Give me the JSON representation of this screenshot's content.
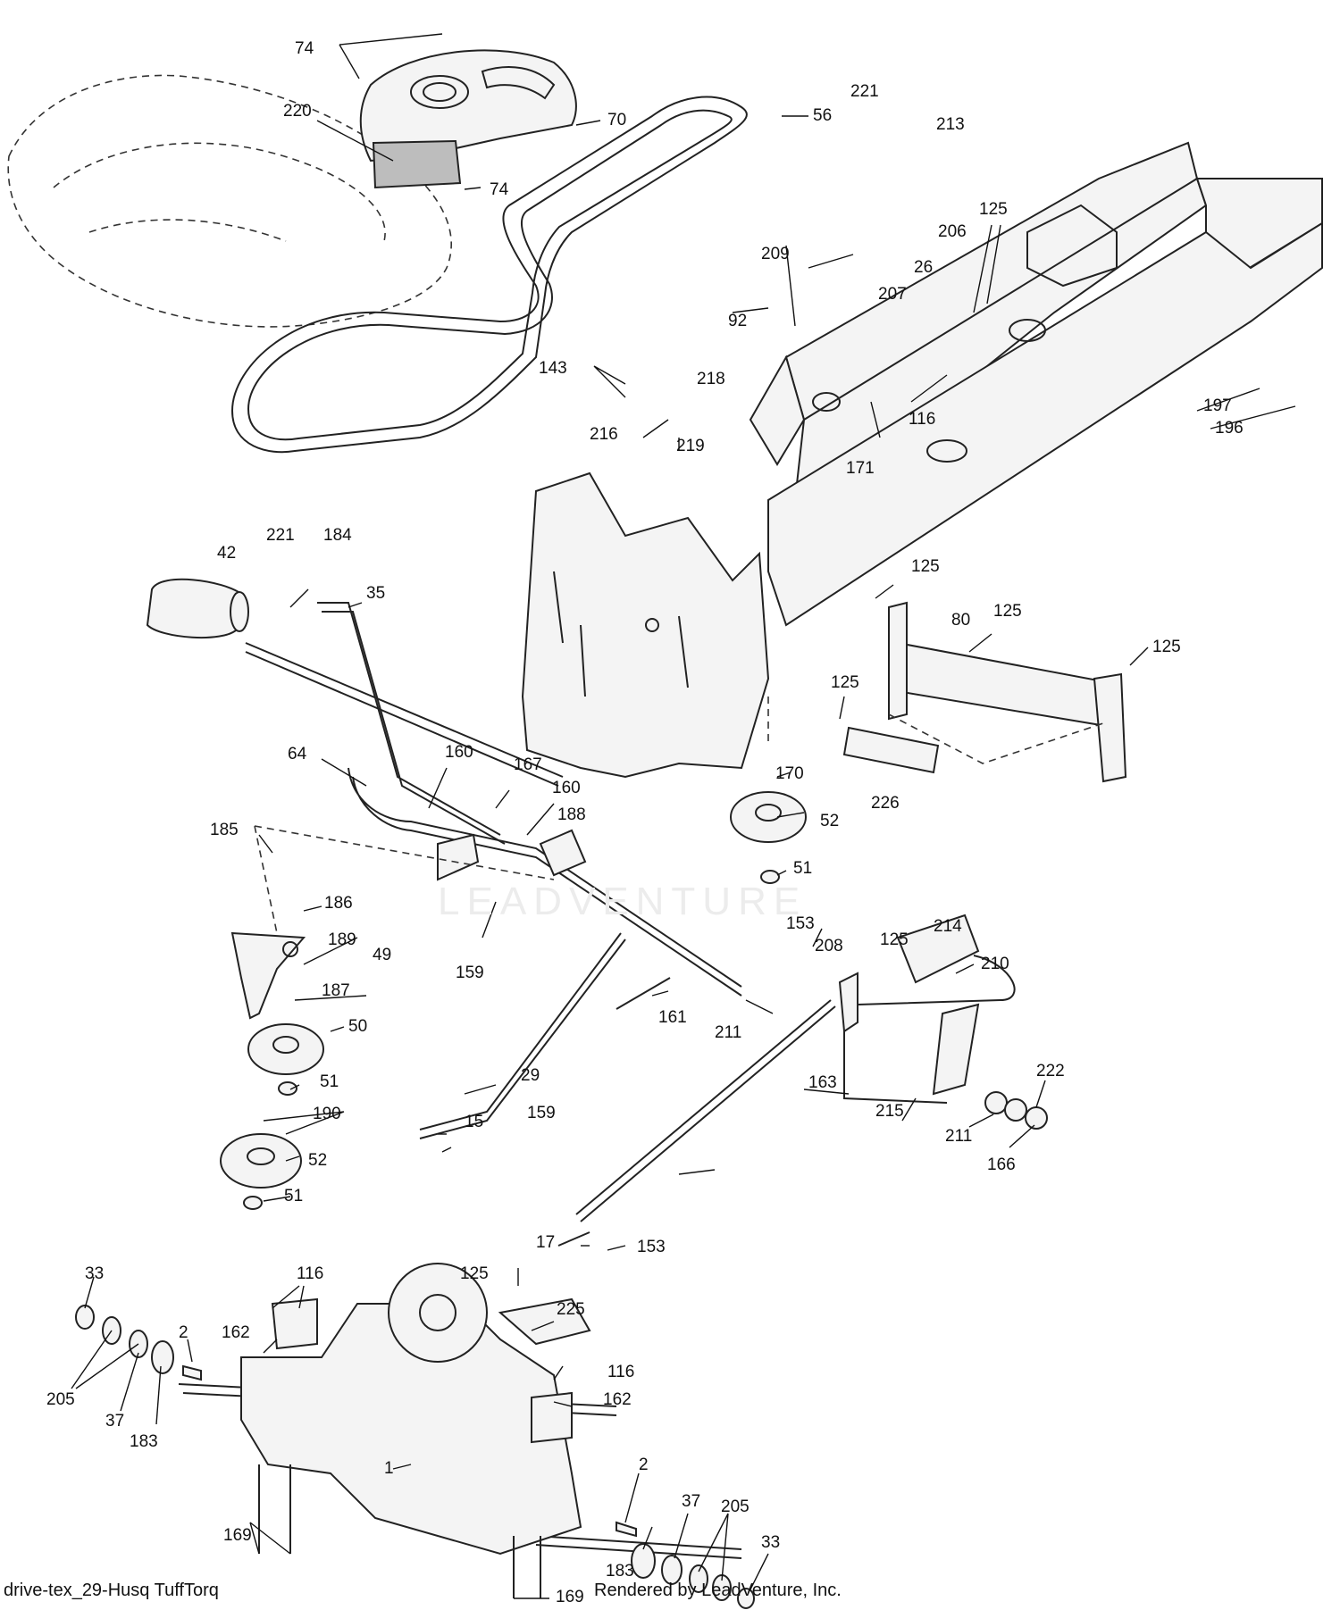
{
  "diagram": {
    "caption_left": "drive-tex_29-Husq TuffTorq",
    "caption_right": "Rendered by LeadVenture, Inc.",
    "watermark": "LEADVENTURE",
    "labels": [
      {
        "id": "l01",
        "text": "74"
      },
      {
        "id": "l02",
        "text": "220"
      },
      {
        "id": "l03",
        "text": "70"
      },
      {
        "id": "l04",
        "text": "56"
      },
      {
        "id": "l05",
        "text": "74"
      },
      {
        "id": "l06",
        "text": "221"
      },
      {
        "id": "l07",
        "text": "213"
      },
      {
        "id": "l08",
        "text": "125"
      },
      {
        "id": "l09",
        "text": "206"
      },
      {
        "id": "l10",
        "text": "26"
      },
      {
        "id": "l11",
        "text": "209"
      },
      {
        "id": "l12",
        "text": "207"
      },
      {
        "id": "l13",
        "text": "92"
      },
      {
        "id": "l14",
        "text": "143"
      },
      {
        "id": "l15",
        "text": "218"
      },
      {
        "id": "l16",
        "text": "116"
      },
      {
        "id": "l17",
        "text": "197"
      },
      {
        "id": "l18",
        "text": "196"
      },
      {
        "id": "l19",
        "text": "216"
      },
      {
        "id": "l20",
        "text": "219"
      },
      {
        "id": "l21",
        "text": "171"
      },
      {
        "id": "l22",
        "text": "221"
      },
      {
        "id": "l23",
        "text": "184"
      },
      {
        "id": "l24",
        "text": "42"
      },
      {
        "id": "l25",
        "text": "35"
      },
      {
        "id": "l26",
        "text": "125"
      },
      {
        "id": "l27",
        "text": "80"
      },
      {
        "id": "l28",
        "text": "125"
      },
      {
        "id": "l29",
        "text": "125"
      },
      {
        "id": "l30",
        "text": "125"
      },
      {
        "id": "l31",
        "text": "64"
      },
      {
        "id": "l32",
        "text": "160"
      },
      {
        "id": "l33",
        "text": "167"
      },
      {
        "id": "l34",
        "text": "160"
      },
      {
        "id": "l35",
        "text": "170"
      },
      {
        "id": "l36",
        "text": "226"
      },
      {
        "id": "l37",
        "text": "188"
      },
      {
        "id": "l38",
        "text": "185"
      },
      {
        "id": "l39",
        "text": "52"
      },
      {
        "id": "l40",
        "text": "51"
      },
      {
        "id": "l41",
        "text": "186"
      },
      {
        "id": "l42",
        "text": "189"
      },
      {
        "id": "l43",
        "text": "49"
      },
      {
        "id": "l44",
        "text": "159"
      },
      {
        "id": "l45",
        "text": "153"
      },
      {
        "id": "l46",
        "text": "125"
      },
      {
        "id": "l47",
        "text": "214"
      },
      {
        "id": "l48",
        "text": "208"
      },
      {
        "id": "l49",
        "text": "210"
      },
      {
        "id": "l50",
        "text": "187"
      },
      {
        "id": "l51",
        "text": "50"
      },
      {
        "id": "l52",
        "text": "161"
      },
      {
        "id": "l53",
        "text": "211"
      },
      {
        "id": "l54",
        "text": "29"
      },
      {
        "id": "l55",
        "text": "51"
      },
      {
        "id": "l56",
        "text": "163"
      },
      {
        "id": "l57",
        "text": "190"
      },
      {
        "id": "l58",
        "text": "222"
      },
      {
        "id": "l59",
        "text": "15"
      },
      {
        "id": "l60",
        "text": "159"
      },
      {
        "id": "l61",
        "text": "215"
      },
      {
        "id": "l62",
        "text": "211"
      },
      {
        "id": "l63",
        "text": "52"
      },
      {
        "id": "l64",
        "text": "166"
      },
      {
        "id": "l65",
        "text": "51"
      },
      {
        "id": "l66",
        "text": "17"
      },
      {
        "id": "l67",
        "text": "153"
      },
      {
        "id": "l68",
        "text": "33"
      },
      {
        "id": "l69",
        "text": "116"
      },
      {
        "id": "l70",
        "text": "125"
      },
      {
        "id": "l71",
        "text": "225"
      },
      {
        "id": "l72",
        "text": "2"
      },
      {
        "id": "l73",
        "text": "162"
      },
      {
        "id": "l74",
        "text": "205"
      },
      {
        "id": "l75",
        "text": "116"
      },
      {
        "id": "l76",
        "text": "37"
      },
      {
        "id": "l77",
        "text": "183"
      },
      {
        "id": "l78",
        "text": "162"
      },
      {
        "id": "l79",
        "text": "1"
      },
      {
        "id": "l80",
        "text": "2"
      },
      {
        "id": "l81",
        "text": "37"
      },
      {
        "id": "l82",
        "text": "205"
      },
      {
        "id": "l83",
        "text": "169"
      },
      {
        "id": "l84",
        "text": "33"
      },
      {
        "id": "l85",
        "text": "183"
      },
      {
        "id": "l86",
        "text": "169"
      }
    ]
  }
}
